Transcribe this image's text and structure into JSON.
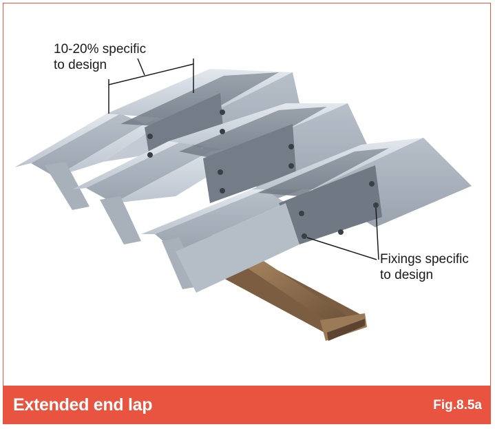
{
  "labels": {
    "lap_line1": "10-20% specific",
    "lap_line2": "to design",
    "fix_line1": "Fixings specific",
    "fix_line2": "to design"
  },
  "footer": {
    "title": "Extended end lap",
    "figure_number": "Fig.8.5a"
  },
  "colors": {
    "accent": "#e8543f",
    "sheet_light": "#c9d0d9",
    "sheet_lap": "#7f8893",
    "beam": "#8a6b4c"
  }
}
